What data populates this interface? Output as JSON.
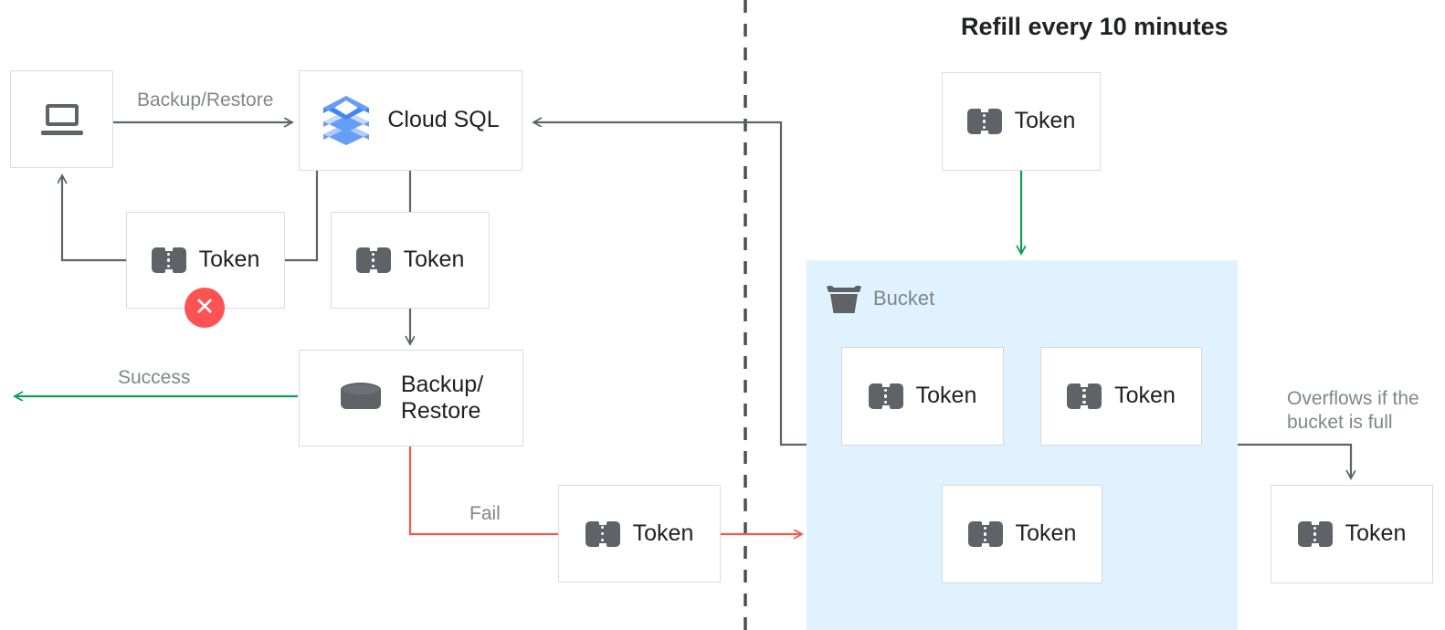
{
  "title": "Refill every 10 minutes",
  "colors": {
    "bucket_fill": "#dff2fd",
    "edge_gray": "#5f6368",
    "edge_green": "#0f9d58",
    "edge_red": "#f4584a",
    "error_badge": "#ff5252",
    "box_border": "#dadce0",
    "icon_gray": "#5f6368",
    "cloudsql_blue": "#4285f4",
    "label_gray": "#80868b",
    "text_dark": "#202124"
  },
  "nodes": {
    "client": {
      "label": "",
      "icon": "laptop-icon"
    },
    "cloud_sql": {
      "label": "Cloud SQL",
      "icon": "cloud-sql-icon"
    },
    "token_rejected": {
      "label": "Token",
      "icon": "token-icon",
      "badge": "✕"
    },
    "token_consumed": {
      "label": "Token",
      "icon": "token-icon"
    },
    "backup_restore": {
      "label": "Backup/\nRestore",
      "icon": "database-icon"
    },
    "token_fail": {
      "label": "Token",
      "icon": "token-icon"
    },
    "token_refill": {
      "label": "Token",
      "icon": "token-icon"
    },
    "token_bucket_1": {
      "label": "Token",
      "icon": "token-icon"
    },
    "token_bucket_2": {
      "label": "Token",
      "icon": "token-icon"
    },
    "token_bucket_3": {
      "label": "Token",
      "icon": "token-icon"
    },
    "token_overflow": {
      "label": "Token",
      "icon": "token-icon"
    }
  },
  "bucket": {
    "caption": "Bucket",
    "icon": "bucket-icon"
  },
  "edges": {
    "backup_restore_label": "Backup/Restore",
    "success_label": "Success",
    "fail_label": "Fail",
    "overflow_label": "Overflows if the\nbucket is full"
  },
  "divider": {
    "style": "dashed-vertical"
  }
}
